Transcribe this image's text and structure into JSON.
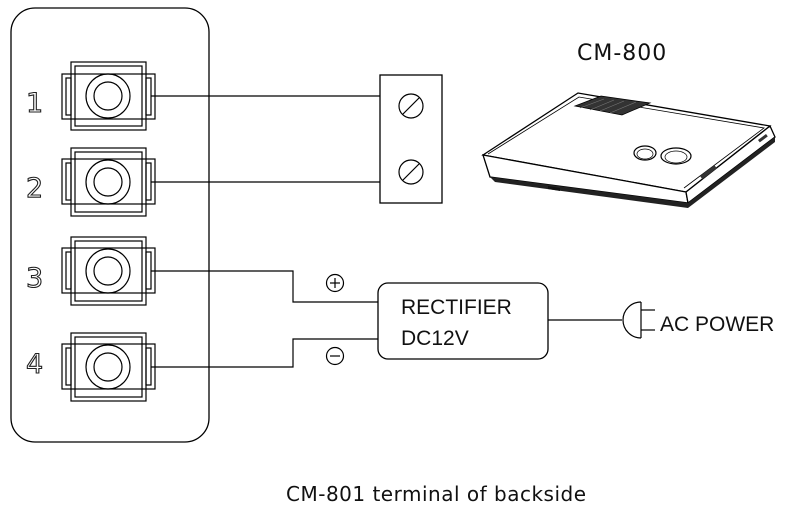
{
  "terminals": [
    {
      "number": "1"
    },
    {
      "number": "2"
    },
    {
      "number": "3"
    },
    {
      "number": "4"
    }
  ],
  "polarity": {
    "positive": "⊕",
    "negative": "⊖"
  },
  "rectifier": {
    "line1": "RECTIFIER",
    "line2": "DC12V"
  },
  "ac_power": {
    "label": "AC POWER"
  },
  "device": {
    "model": "CM-800"
  },
  "caption": "CM-801 terminal of backside"
}
